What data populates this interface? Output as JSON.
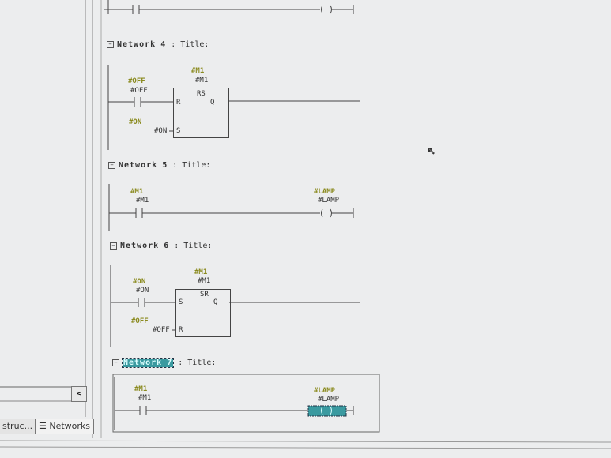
{
  "left_panel": {
    "tabs": [
      {
        "label": "struc..."
      },
      {
        "label": "Networks",
        "icon": "list-icon"
      }
    ],
    "button_icon": "symbol-toggle-icon"
  },
  "networks": [
    {
      "label": "Network",
      "number": "4",
      "title": ": Title:",
      "block": "RS",
      "pins": [
        "R",
        "Q",
        "S"
      ],
      "contact": {
        "symbol": "#OFF",
        "operand": "#OFF"
      },
      "second_input": {
        "symbol": "#ON",
        "operand": "#ON"
      },
      "block_symbol": "#M1",
      "block_operand": "#M1"
    },
    {
      "label": "Network",
      "number": "5",
      "title": ": Title:",
      "contact": {
        "symbol": "#M1",
        "operand": "#M1"
      },
      "coil": {
        "symbol": "#LAMP",
        "operand": "#LAMP"
      }
    },
    {
      "label": "Network",
      "number": "6",
      "title": ": Title:",
      "block": "SR",
      "pins": [
        "S",
        "Q",
        "R"
      ],
      "contact": {
        "symbol": "#ON",
        "operand": "#ON"
      },
      "second_input": {
        "symbol": "#OFF",
        "operand": "#OFF"
      },
      "block_symbol": "#M1",
      "block_operand": "#M1"
    },
    {
      "label": "Network",
      "number": "7",
      "title": ": Title:",
      "selected": true,
      "contact": {
        "symbol": "#M1",
        "operand": "#M1"
      },
      "coil": {
        "symbol": "#LAMP",
        "operand": "#LAMP"
      }
    }
  ],
  "colors": {
    "symbol": "#8a8a1e",
    "selection": "#3a9aa0"
  }
}
